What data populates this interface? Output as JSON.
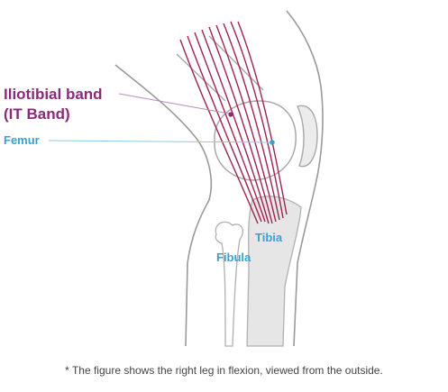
{
  "labels": {
    "it_band_line1": "Iliotibial band",
    "it_band_line2": "(IT Band)",
    "femur": "Femur",
    "tibia": "Tibia",
    "fibula": "Fibula"
  },
  "footnote": "* The figure shows the right leg in flexion, viewed from the outside.",
  "colors": {
    "it_band": "#a0224f",
    "it_label": "#8a2a7a",
    "bone_label": "#3aa0d0",
    "outline": "#9a9a9a",
    "bone_shade": "#e6e6e6"
  }
}
